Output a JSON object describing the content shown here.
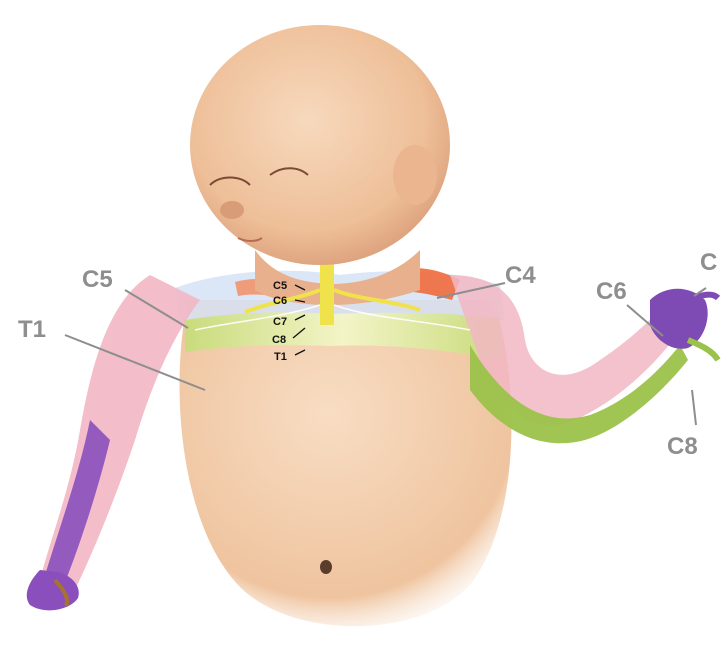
{
  "labels": {
    "c5": "C5",
    "t1": "T1",
    "c4": "C4",
    "c6": "C6",
    "c7_cut": "C",
    "c8": "C8"
  },
  "spine_labels": {
    "c5": "C5",
    "c6": "C6",
    "c7": "C7",
    "c8": "C8",
    "t1": "T1"
  },
  "colors": {
    "background": "#ffffff",
    "skin": "#f2c7a2",
    "skin_shadow": "#d99c78",
    "dermatome_c4": "#f06a3c",
    "dermatome_c5": "#f2b7c4",
    "dermatome_c6": "#c9d7f2",
    "dermatome_c7": "#7e4bb5",
    "dermatome_c8": "#9bc24a",
    "dermatome_t1": "#e8f2b0",
    "nerve": "#f0e24a",
    "label_gray": "#8e8e8e"
  }
}
